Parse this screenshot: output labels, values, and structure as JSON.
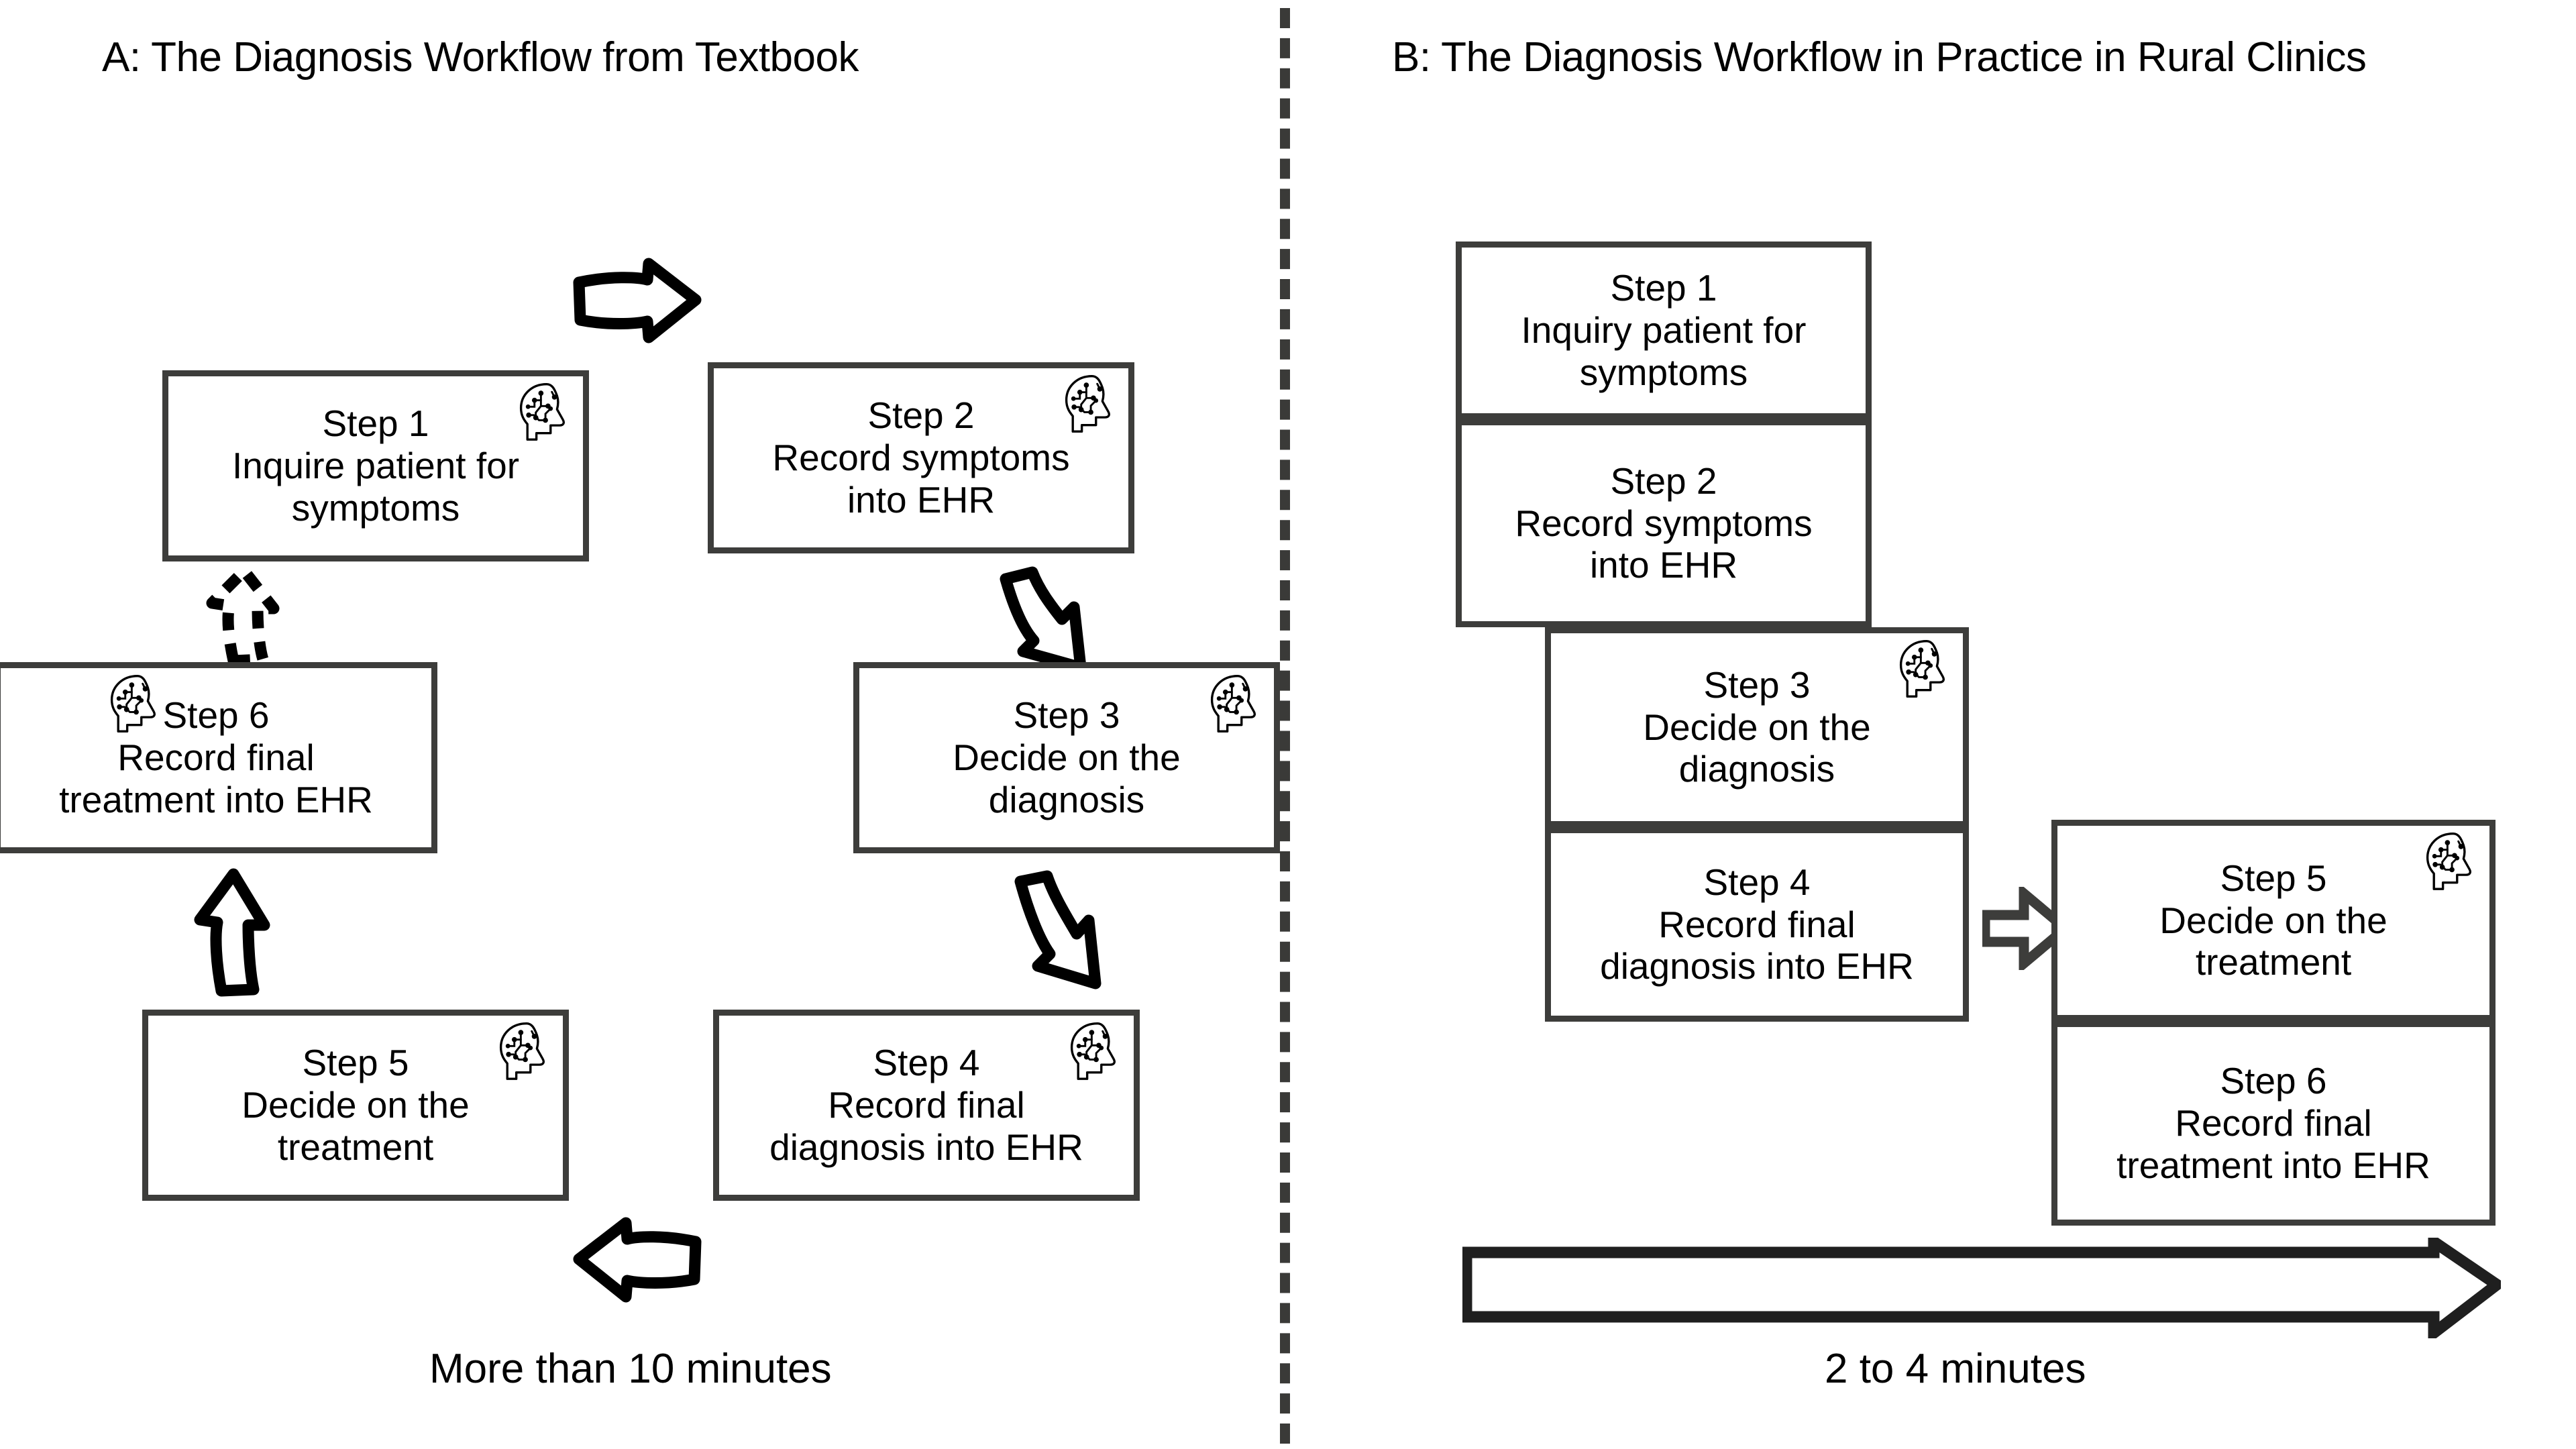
{
  "panels": {
    "a": {
      "title": "A: The Diagnosis Workflow from Textbook",
      "caption": "More than 10 minutes",
      "steps": [
        {
          "id": "step1",
          "number": "Step 1",
          "line1": "Inquire patient for",
          "line2": "symptoms",
          "icon": "ai-head-icon"
        },
        {
          "id": "step2",
          "number": "Step 2",
          "line1": "Record symptoms",
          "line2": "into EHR",
          "icon": "ai-head-icon"
        },
        {
          "id": "step3",
          "number": "Step 3",
          "line1": "Decide on the",
          "line2": "diagnosis",
          "icon": "ai-head-icon"
        },
        {
          "id": "step4",
          "number": "Step 4",
          "line1": "Record final",
          "line2": "diagnosis into EHR",
          "icon": "ai-head-icon"
        },
        {
          "id": "step5",
          "number": "Step 5",
          "line1": "Decide on the",
          "line2": "treatment",
          "icon": "ai-head-icon"
        },
        {
          "id": "step6",
          "number": "Step 6",
          "line1": "Record final",
          "line2": "treatment into EHR",
          "icon": "ai-head-icon"
        }
      ],
      "arrows": [
        {
          "id": "arrow-1-2",
          "from": "step1",
          "to": "step2",
          "style": "hand-drawn-solid",
          "direction": "right"
        },
        {
          "id": "arrow-2-3",
          "from": "step2",
          "to": "step3",
          "style": "hand-drawn-solid",
          "direction": "down-right"
        },
        {
          "id": "arrow-3-4",
          "from": "step3",
          "to": "step4",
          "style": "hand-drawn-solid",
          "direction": "down-left"
        },
        {
          "id": "arrow-4-5",
          "from": "step4",
          "to": "step5",
          "style": "hand-drawn-solid",
          "direction": "left"
        },
        {
          "id": "arrow-5-6",
          "from": "step5",
          "to": "step6",
          "style": "hand-drawn-solid",
          "direction": "up"
        },
        {
          "id": "arrow-6-1",
          "from": "step6",
          "to": "step1",
          "style": "hand-drawn-dashed",
          "direction": "up"
        }
      ]
    },
    "b": {
      "title": "B: The Diagnosis Workflow in Practice in Rural Clinics",
      "caption": "2 to 4 minutes",
      "steps": [
        {
          "id": "step1",
          "number": "Step 1",
          "line1": "Inquiry patient for",
          "line2": "symptoms",
          "icon": null
        },
        {
          "id": "step2",
          "number": "Step 2",
          "line1": "Record symptoms",
          "line2": "into EHR",
          "icon": null
        },
        {
          "id": "step3",
          "number": "Step 3",
          "line1": "Decide on the",
          "line2": "diagnosis",
          "icon": "ai-head-icon"
        },
        {
          "id": "step4",
          "number": "Step 4",
          "line1": "Record final",
          "line2": "diagnosis into EHR",
          "icon": null
        },
        {
          "id": "step5",
          "number": "Step 5",
          "line1": "Decide on the",
          "line2": "treatment",
          "icon": "ai-head-icon"
        },
        {
          "id": "step6",
          "number": "Step 6",
          "line1": "Record final",
          "line2": "treatment into EHR",
          "icon": null
        }
      ],
      "arrows": [
        {
          "id": "arrow-4-5",
          "from": "step4",
          "to": "step5",
          "style": "block-hollow",
          "direction": "right"
        },
        {
          "id": "timeline-arrow",
          "style": "long-hollow-outline",
          "direction": "right"
        }
      ]
    }
  },
  "divider": {
    "style": "vertical-dashed"
  },
  "colors": {
    "box_border": "#3d3d3b",
    "divider": "#3a3a38",
    "arrow_outline": "#000000",
    "block_arrow": "#3d3d3b",
    "text": "#000000",
    "background": "#ffffff"
  }
}
